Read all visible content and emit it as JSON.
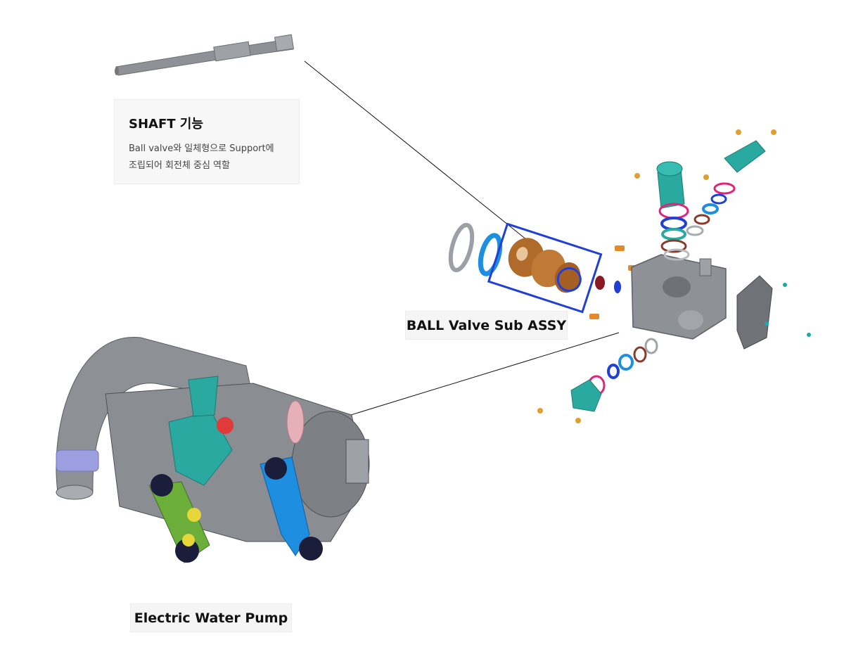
{
  "shaft_callout": {
    "title": "SHAFT 기능",
    "lines": [
      "Ball valve와 일체형으로 Support에",
      "조립되어 회전체 중심 역할"
    ]
  },
  "labels": {
    "ball_valve": "BALL Valve Sub ASSY",
    "pump": "Electric Water Pump"
  },
  "colors": {
    "leader": "#111111",
    "highlight": "#1f3fd6",
    "metal": "#8a8d92",
    "teal": "#2aa9a0",
    "bronze": "#b06a2a",
    "blue": "#1e8fe0",
    "pink": "#e0247a"
  },
  "icons": [
    "shaft",
    "ball-valve",
    "valve-housing",
    "water-pump"
  ]
}
